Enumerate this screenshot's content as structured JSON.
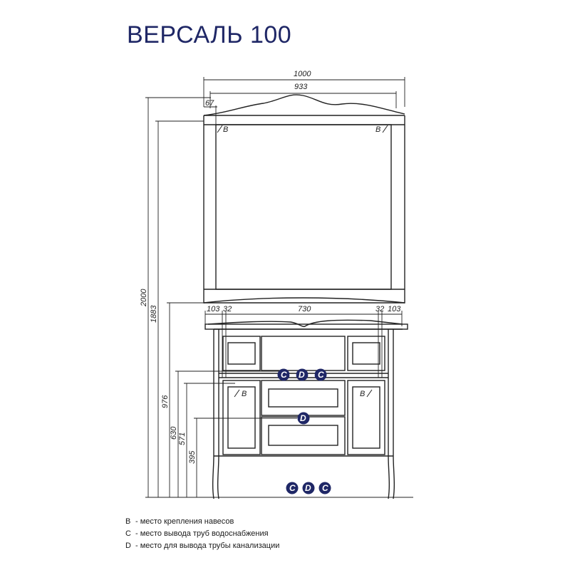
{
  "title": "ВЕРСАЛЬ 100",
  "dims": {
    "w1000": "1000",
    "w933": "933",
    "w67": "67",
    "h2000": "2000",
    "h1883": "1883",
    "h976": "976",
    "h630": "630",
    "h571": "571",
    "h395": "395",
    "w103l": "103",
    "w32l": "32",
    "w730": "730",
    "w32r": "32",
    "w103r": "103"
  },
  "marks": {
    "b": "B",
    "c": "C",
    "d": "D"
  },
  "legend": [
    {
      "key": "B",
      "text": "- место крепления навесов"
    },
    {
      "key": "C",
      "text": "- место вывода труб водоснабжения"
    },
    {
      "key": "D",
      "text": "- место для вывода трубы канализации"
    }
  ],
  "colors": {
    "title": "#1f2766",
    "marker": "#1f2766",
    "line": "#222222"
  }
}
